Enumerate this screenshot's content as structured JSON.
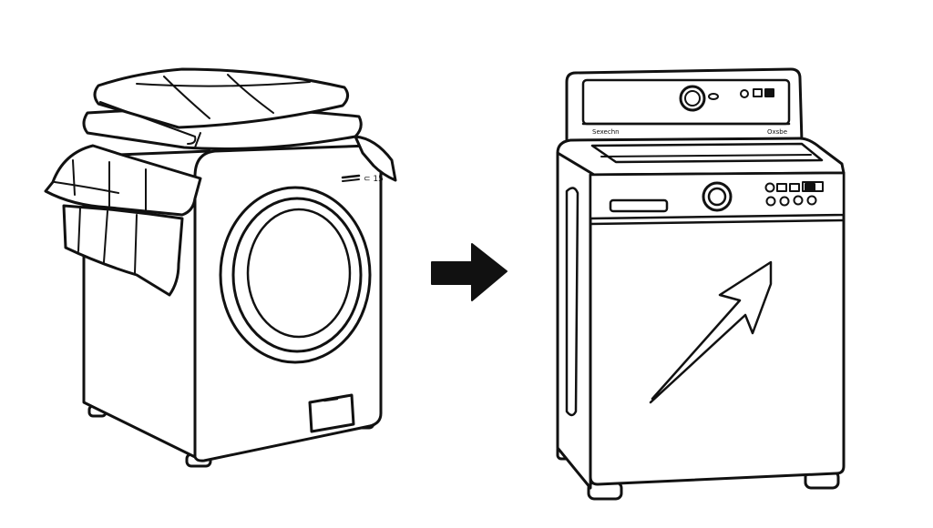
{
  "background_color": "#ffffff",
  "line_color": "#111111",
  "fill_color": "#ffffff",
  "left_machine": {
    "name": "front-load-washer",
    "badge_text": "⊂ 15",
    "icons": [
      "folded-blanket-icon",
      "washer-door-icon",
      "filter-hatch-icon"
    ]
  },
  "transition": {
    "icon": "right-arrow-icon"
  },
  "right_machine": {
    "name": "top-load-washer",
    "top_left_text": "Sexechn",
    "top_right_text": "Oxsbe",
    "icons": [
      "dial-icon",
      "display-icon",
      "button-icon",
      "diagonal-arrow-icon"
    ]
  }
}
